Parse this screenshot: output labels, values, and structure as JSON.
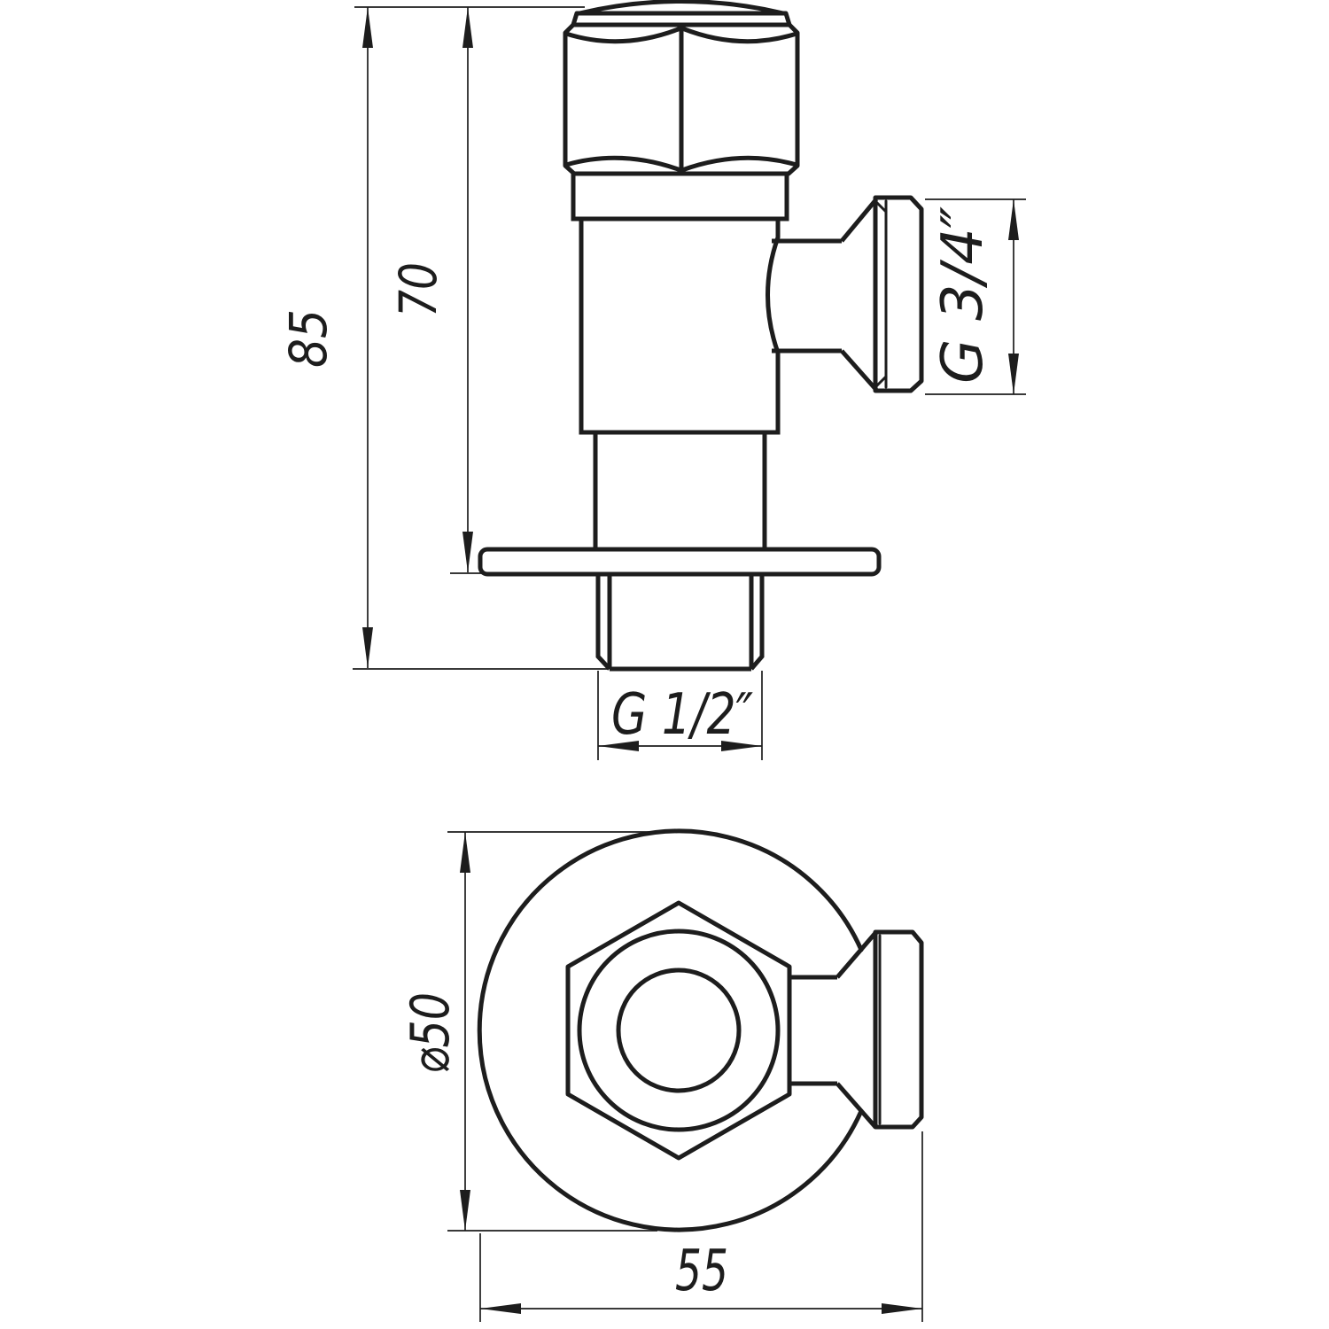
{
  "canvas": {
    "background": "#ffffff",
    "line_color": "#1d1d1d"
  },
  "drawing": {
    "subject": "Angle valve two-view dimensioned technical drawing",
    "views": {
      "front_view": "front elevation of angle valve",
      "plan_view": "plan view of valve rosette and side outlet"
    },
    "labels": {
      "overall_height": "85",
      "height_to_wall": "70",
      "side_outlet_thread": "G 3/4″",
      "bottom_inlet_thread": "G 1/2″",
      "rosette_diameter": "⌀50",
      "overall_depth": "55"
    }
  }
}
